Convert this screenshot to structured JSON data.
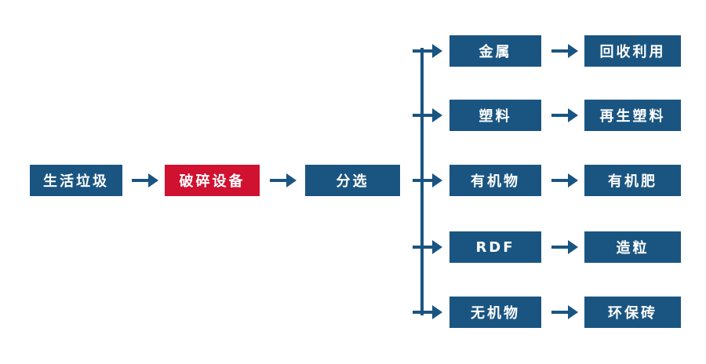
{
  "diagram": {
    "title": "waste-processing-flow",
    "main_flow": {
      "source": "生活垃圾",
      "crusher": "破碎设备",
      "sorter": "分选"
    },
    "branches": [
      {
        "output": "金属",
        "result": "回收利用"
      },
      {
        "output": "塑料",
        "result": "再生塑料"
      },
      {
        "output": "有机物",
        "result": "有机肥"
      },
      {
        "output": "RDF",
        "result": "造粒"
      },
      {
        "output": "无机物",
        "result": "环保砖"
      }
    ],
    "colors": {
      "box_blue": "#1a5581",
      "box_red": "#d01130",
      "arrow": "#1a5581",
      "text": "#ffffff",
      "background": "#ffffff"
    }
  }
}
